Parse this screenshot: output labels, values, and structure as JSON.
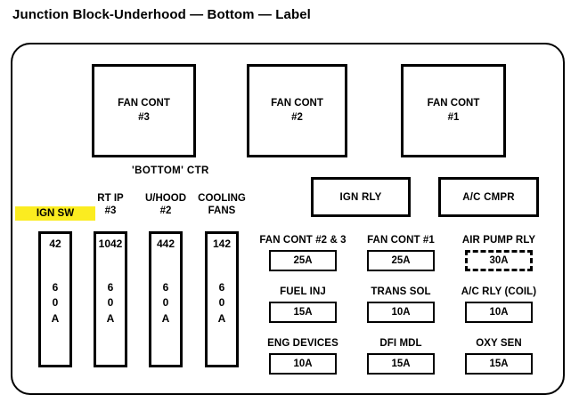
{
  "page": {
    "title": "Junction Block-Underhood — Bottom — Label"
  },
  "diagram": {
    "center_label": "'BOTTOM' CTR",
    "highlight_color": "#fbec20",
    "line_color": "#000000",
    "background_color": "#ffffff",
    "relay_squares": [
      {
        "name": "FAN CONT",
        "line1": "FAN CONT",
        "line2": "#3"
      },
      {
        "name": "FAN CONT",
        "line1": "FAN CONT",
        "line2": "#2"
      },
      {
        "name": "FAN CONT",
        "line1": "FAN CONT",
        "line2": "#1"
      }
    ],
    "relay_wide": [
      {
        "label": "IGN RLY"
      },
      {
        "label": "A/C CMPR"
      }
    ],
    "fuse_columns": [
      {
        "caption_line1": "IGN SW",
        "caption_line2": "",
        "id": "42",
        "amp_digits": [
          "6",
          "0",
          "A"
        ],
        "amp": "60A",
        "highlighted": true
      },
      {
        "caption_line1": "RT IP",
        "caption_line2": "#3",
        "id": "1042",
        "amp_digits": [
          "6",
          "0",
          "A"
        ],
        "amp": "60A",
        "highlighted": false
      },
      {
        "caption_line1": "U/HOOD",
        "caption_line2": "#2",
        "id": "442",
        "amp_digits": [
          "6",
          "0",
          "A"
        ],
        "amp": "60A",
        "highlighted": false
      },
      {
        "caption_line1": "COOLING",
        "caption_line2": "FANS",
        "id": "142",
        "amp_digits": [
          "6",
          "0",
          "A"
        ],
        "amp": "60A",
        "highlighted": false
      }
    ],
    "mini_fuses": [
      {
        "label": "FAN CONT #2 & 3",
        "rating": "25A",
        "dashed": false
      },
      {
        "label": "FAN CONT #1",
        "rating": "25A",
        "dashed": false
      },
      {
        "label": "AIR PUMP RLY",
        "rating": "30A",
        "dashed": true
      },
      {
        "label": "FUEL INJ",
        "rating": "15A",
        "dashed": false
      },
      {
        "label": "TRANS SOL",
        "rating": "10A",
        "dashed": false
      },
      {
        "label": "A/C RLY (COIL)",
        "rating": "10A",
        "dashed": false
      },
      {
        "label": "ENG DEVICES",
        "rating": "10A",
        "dashed": false
      },
      {
        "label": "DFI MDL",
        "rating": "15A",
        "dashed": false
      },
      {
        "label": "OXY SEN",
        "rating": "15A",
        "dashed": false
      }
    ]
  }
}
